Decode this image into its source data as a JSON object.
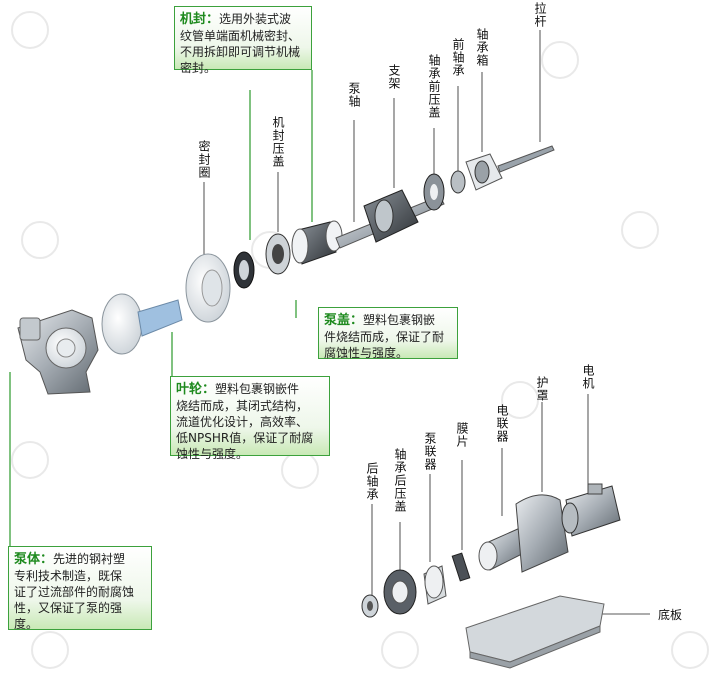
{
  "callouts": {
    "seal": {
      "title": "机封：",
      "body": "选用外装式波\n纹管单端面机械密封、\n不用拆卸即可调节机械\n密封。"
    },
    "cover": {
      "title": "泵盖：",
      "body": "塑料包裹钢嵌\n件烧结而成，保证了耐\n腐蚀性与强度。"
    },
    "impeller": {
      "title": "叶轮：",
      "body": "塑料包裹钢嵌件\n烧结而成，其闭式结构，\n流道优化设计，高效率、\n低NPSHR值，保证了耐腐\n蚀性与强度。"
    },
    "casing": {
      "title": "泵体：",
      "body": "先进的钢衬塑\n专利技术制造，既保\n证了过流部件的耐腐蚀\n性，又保证了泵的强\n度。"
    }
  },
  "labels": {
    "seal_ring": "密封圈",
    "seal_gland": "机封压盖",
    "pump_shaft": "泵轴",
    "bracket": "支架",
    "bearing_front_cover": "轴承前压盖",
    "front_bearing": "前轴承",
    "bearing_box": "轴承箱",
    "pull_rod": "拉杆",
    "rear_bearing": "后轴承",
    "bearing_rear_cover": "轴承后压盖",
    "pump_coupling": "泵联器",
    "diaphragm": "膜片",
    "motor_coupling": "电联器",
    "guard": "护罩",
    "motor": "电机",
    "base_plate": "底板"
  },
  "colors": {
    "accent_green": "#1e8a1e",
    "border_green": "#3ca13c",
    "metal": "#9aa3ab",
    "white_plastic": "#f4f6f8"
  }
}
